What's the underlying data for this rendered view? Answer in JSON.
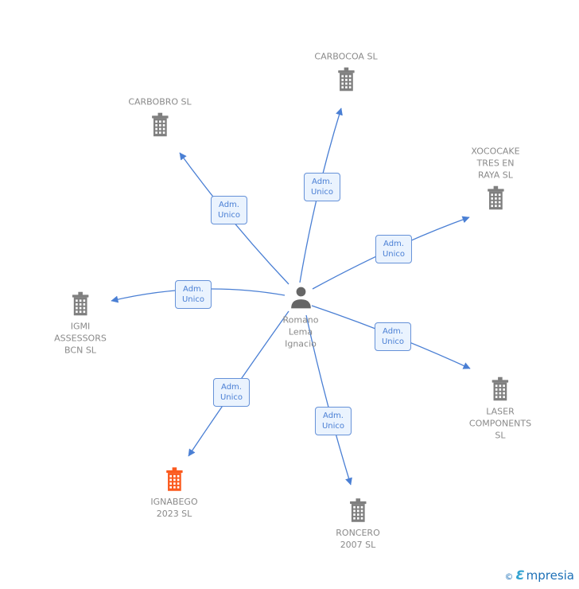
{
  "colors": {
    "arrow_blue": "#4a7fd4",
    "edge_label_text": "#4a7fd4",
    "edge_label_bg": "#eaf3fe",
    "edge_label_border": "#6591d8",
    "company_text_gray": "#8a8a8a",
    "building_gray": "#7f7f7f",
    "person_gray": "#666666",
    "highlight_orange": "#fb5a1e",
    "brand_blue": "#1d70b7",
    "brand_teal": "#33a3d1"
  },
  "diagram": {
    "center": {
      "name": "Romano Lema Ignacio",
      "label": "Romano\nLema\nIgnacio",
      "icon": "person-icon"
    },
    "nodes": [
      {
        "id": "carbocoa",
        "label": "CARBOCOA SL",
        "icon": "building-icon"
      },
      {
        "id": "carbobro",
        "label": "CARBOBRO SL",
        "icon": "building-icon"
      },
      {
        "id": "xococake",
        "label": "XOCOCAKE\nTRES EN\nRAYA SL",
        "icon": "building-icon"
      },
      {
        "id": "igmi",
        "label": "IGMI\nASSESSORS\nBCN SL",
        "icon": "building-icon"
      },
      {
        "id": "laser",
        "label": "LASER\nCOMPONENTS\nSL",
        "icon": "building-icon"
      },
      {
        "id": "ignabego",
        "label": "IGNABEGO\n2023 SL",
        "icon": "building-icon",
        "highlighted": true
      },
      {
        "id": "roncero",
        "label": "RONCERO\n2007 SL",
        "icon": "building-icon"
      }
    ],
    "edges": [
      {
        "label": "Adm.\nUnico",
        "from": "Romano Lema Ignacio",
        "to": "CARBOCOA SL"
      },
      {
        "label": "Adm.\nUnico",
        "from": "Romano Lema Ignacio",
        "to": "CARBOBRO SL"
      },
      {
        "label": "Adm.\nUnico",
        "from": "Romano Lema Ignacio",
        "to": "XOCOCAKE TRES EN RAYA SL"
      },
      {
        "label": "Adm.\nUnico",
        "from": "Romano Lema Ignacio",
        "to": "IGMI ASSESSORS BCN SL"
      },
      {
        "label": "Adm.\nUnico",
        "from": "Romano Lema Ignacio",
        "to": "LASER COMPONENTS SL"
      },
      {
        "label": "Adm.\nUnico",
        "from": "Romano Lema Ignacio",
        "to": "IGNABEGO 2023 SL"
      },
      {
        "label": "Adm.\nUnico",
        "from": "Romano Lema Ignacio",
        "to": "RONCERO 2007 SL"
      }
    ]
  },
  "footer": {
    "copyright": "©",
    "brand_initial": "Ɛ",
    "brand_rest": "mpresia"
  }
}
